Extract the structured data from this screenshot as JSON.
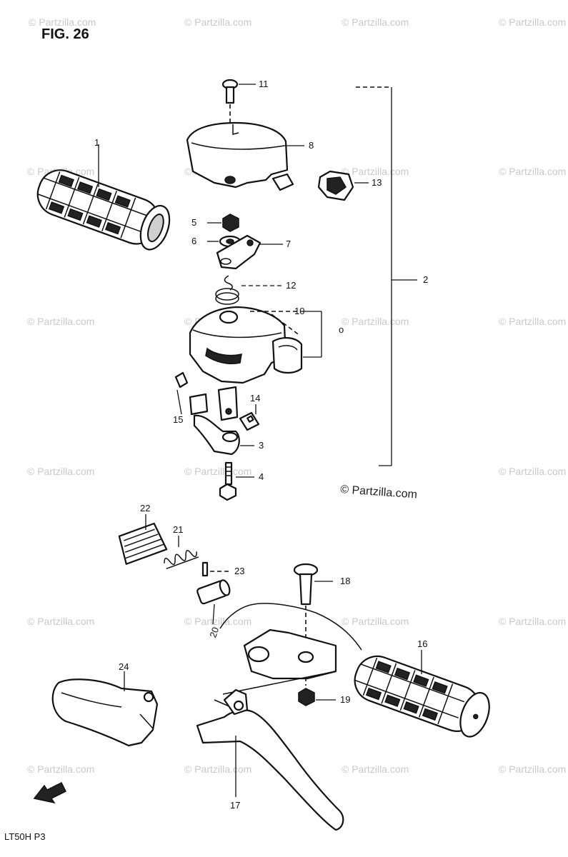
{
  "figure": {
    "title": "FIG. 26"
  },
  "model_code": "LT50H P3",
  "watermark": {
    "text": "© Partzilla.com"
  },
  "callouts": {
    "c1": "1",
    "c2": "2",
    "c3": "3",
    "c4": "4",
    "c5": "5",
    "c6": "6",
    "c7": "7",
    "c8": "8",
    "c10": "10",
    "c11": "11",
    "c12": "12",
    "c13": "13",
    "c14": "14",
    "c15": "15",
    "c16": "16",
    "c17": "17",
    "c18": "18",
    "c19": "19",
    "c20": "20",
    "c21": "21",
    "c22": "22",
    "c23": "23",
    "c24": "24"
  }
}
